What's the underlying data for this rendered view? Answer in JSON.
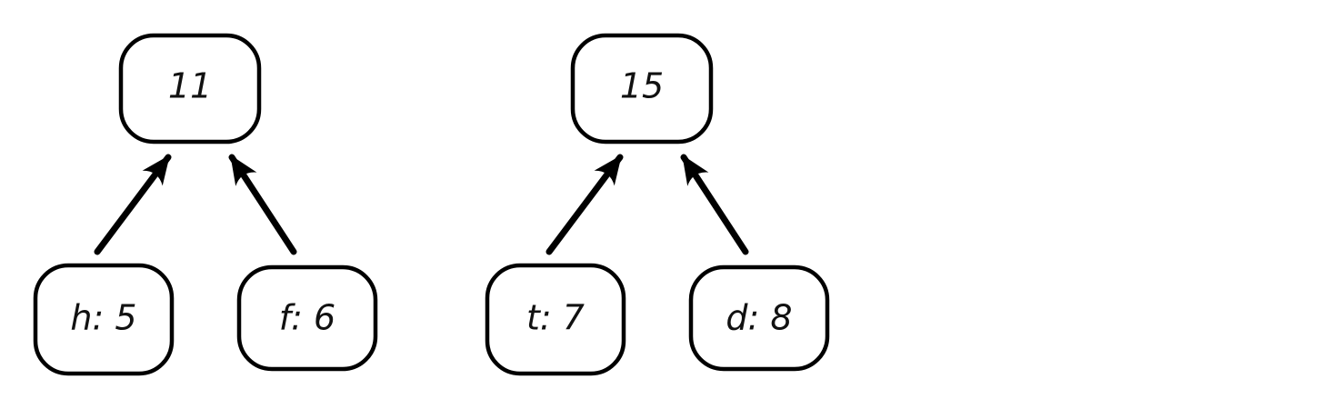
{
  "diagram": {
    "type": "tree-diagram",
    "description": "Two two-level trees with arrows pointing from child nodes up to their parent sum node",
    "background_color": "#ffffff",
    "stroke_color": "#000000",
    "fill_color": "#ffffff",
    "text_color": "#111111",
    "trees": [
      {
        "name": "left-tree",
        "root": "11",
        "left_child": "h: 5",
        "right_child": "f: 6",
        "edges": [
          {
            "from": "h: 5",
            "to": "11"
          },
          {
            "from": "f: 6",
            "to": "11"
          }
        ]
      },
      {
        "name": "right-tree",
        "root": "15",
        "left_child": "t: 7",
        "right_child": "d: 8",
        "edges": [
          {
            "from": "t: 7",
            "to": "15"
          },
          {
            "from": "d: 8",
            "to": "15"
          }
        ]
      }
    ]
  }
}
